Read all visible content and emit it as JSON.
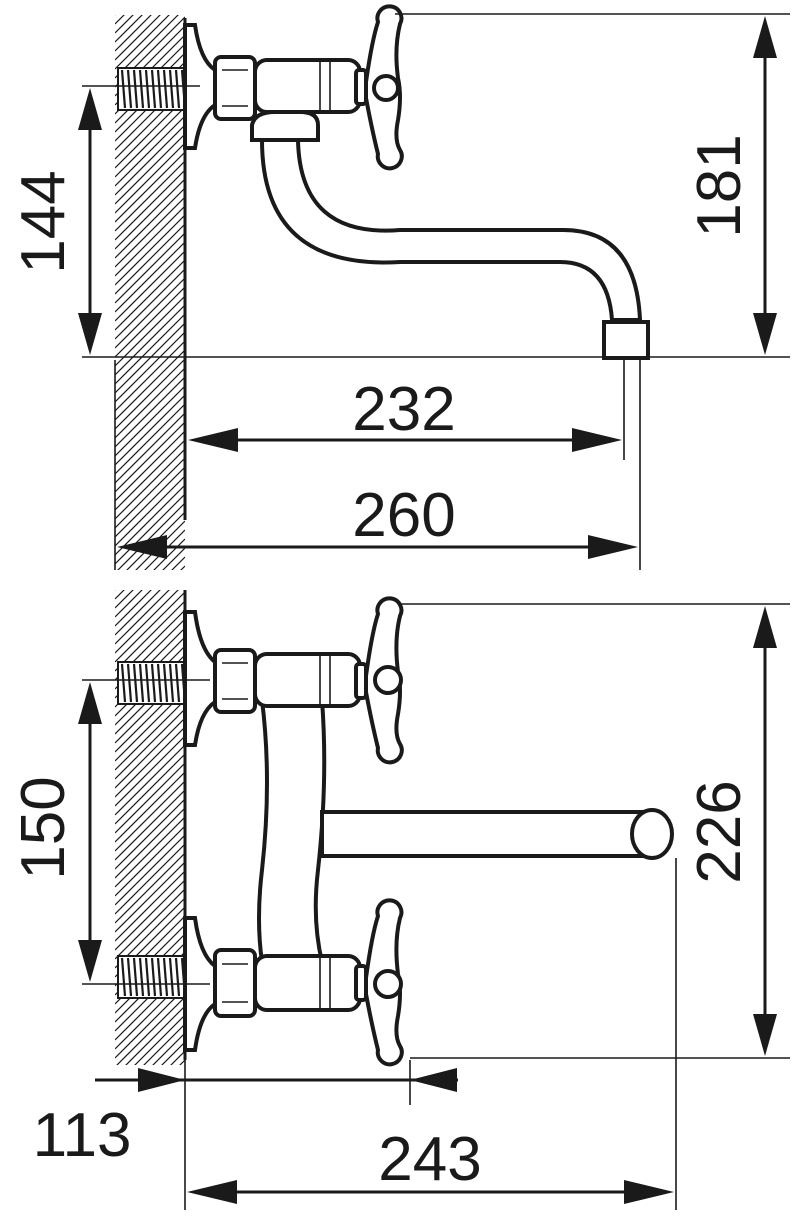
{
  "dimensions": {
    "side_view": {
      "spout_height": "144",
      "total_height": "181",
      "spout_reach": "232",
      "total_reach": "260"
    },
    "top_view": {
      "inlet_spacing": "150",
      "total_width": "226",
      "handle_offset": "113",
      "total_depth": "243"
    }
  }
}
